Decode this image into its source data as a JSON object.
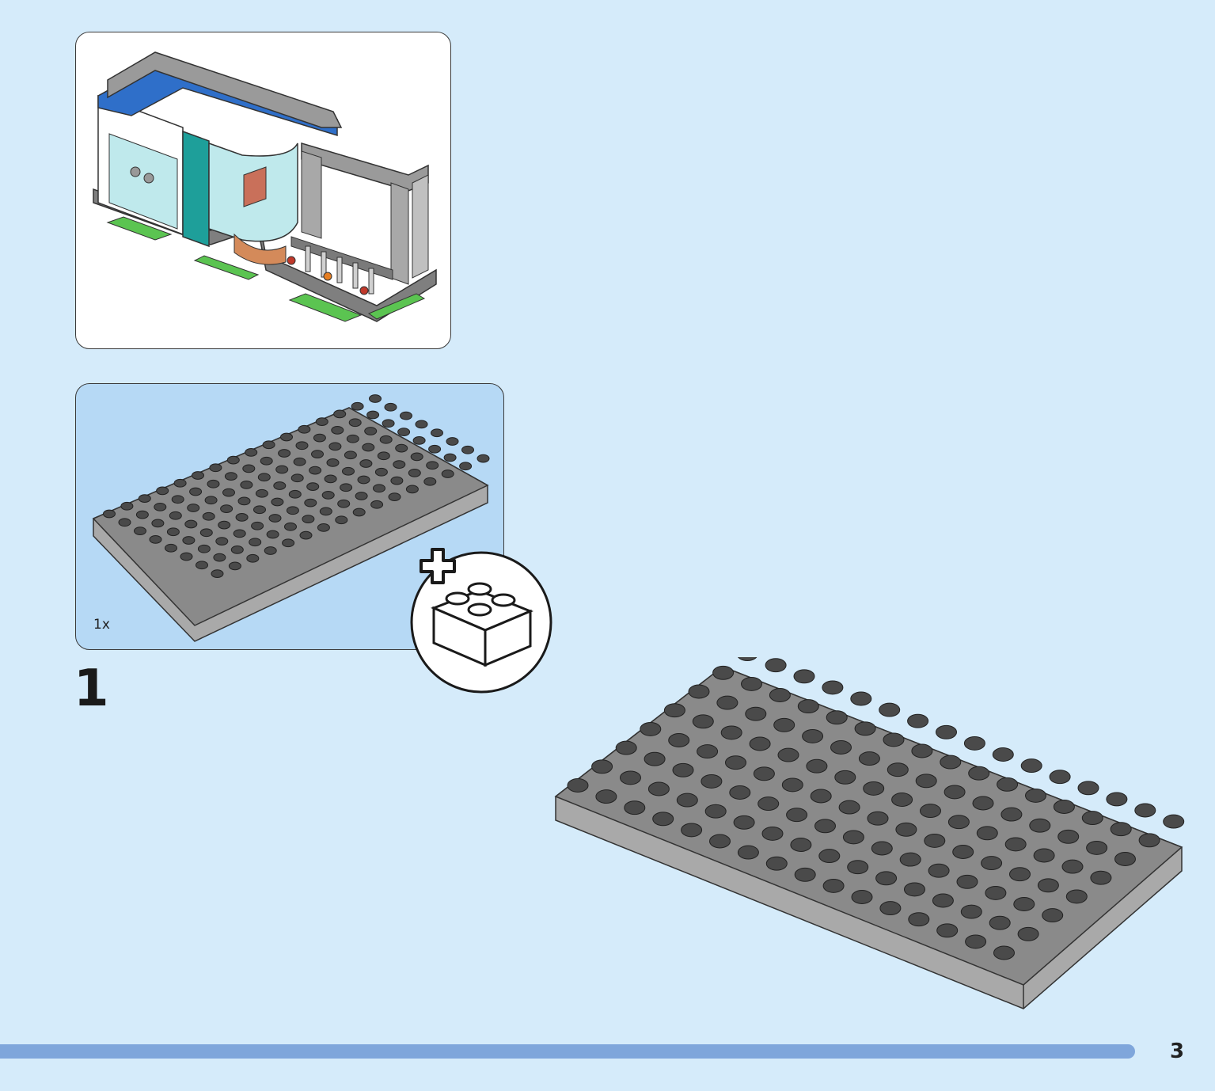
{
  "parts_panel": {
    "quantity_label": "1x"
  },
  "step": {
    "number": "1"
  },
  "footer": {
    "page_number": "3"
  },
  "colors": {
    "background": "#d5ebfa",
    "parts_background": "#b6d9f5",
    "progress_bar": "#7fa6db",
    "plate_top": "#8a8a8a",
    "plate_side": "#a9a9a9",
    "stud": "#4a4a4a"
  },
  "icons": {
    "new_brick": "add-new-brick-icon"
  }
}
